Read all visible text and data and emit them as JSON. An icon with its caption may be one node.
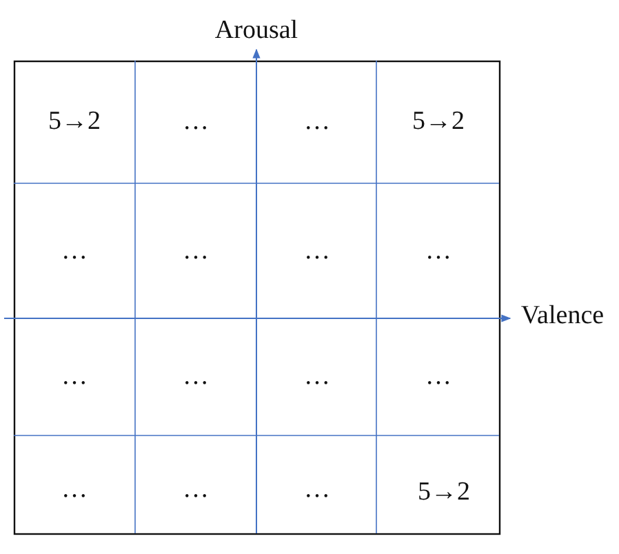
{
  "diagram": {
    "labels": [
      "Arousal",
      "5→2",
      "…",
      "…",
      "5→2",
      "…",
      "…",
      "…",
      "…",
      "Valence",
      "…",
      "…",
      "…",
      "…",
      "…",
      "…",
      "…",
      "5→2"
    ]
  }
}
